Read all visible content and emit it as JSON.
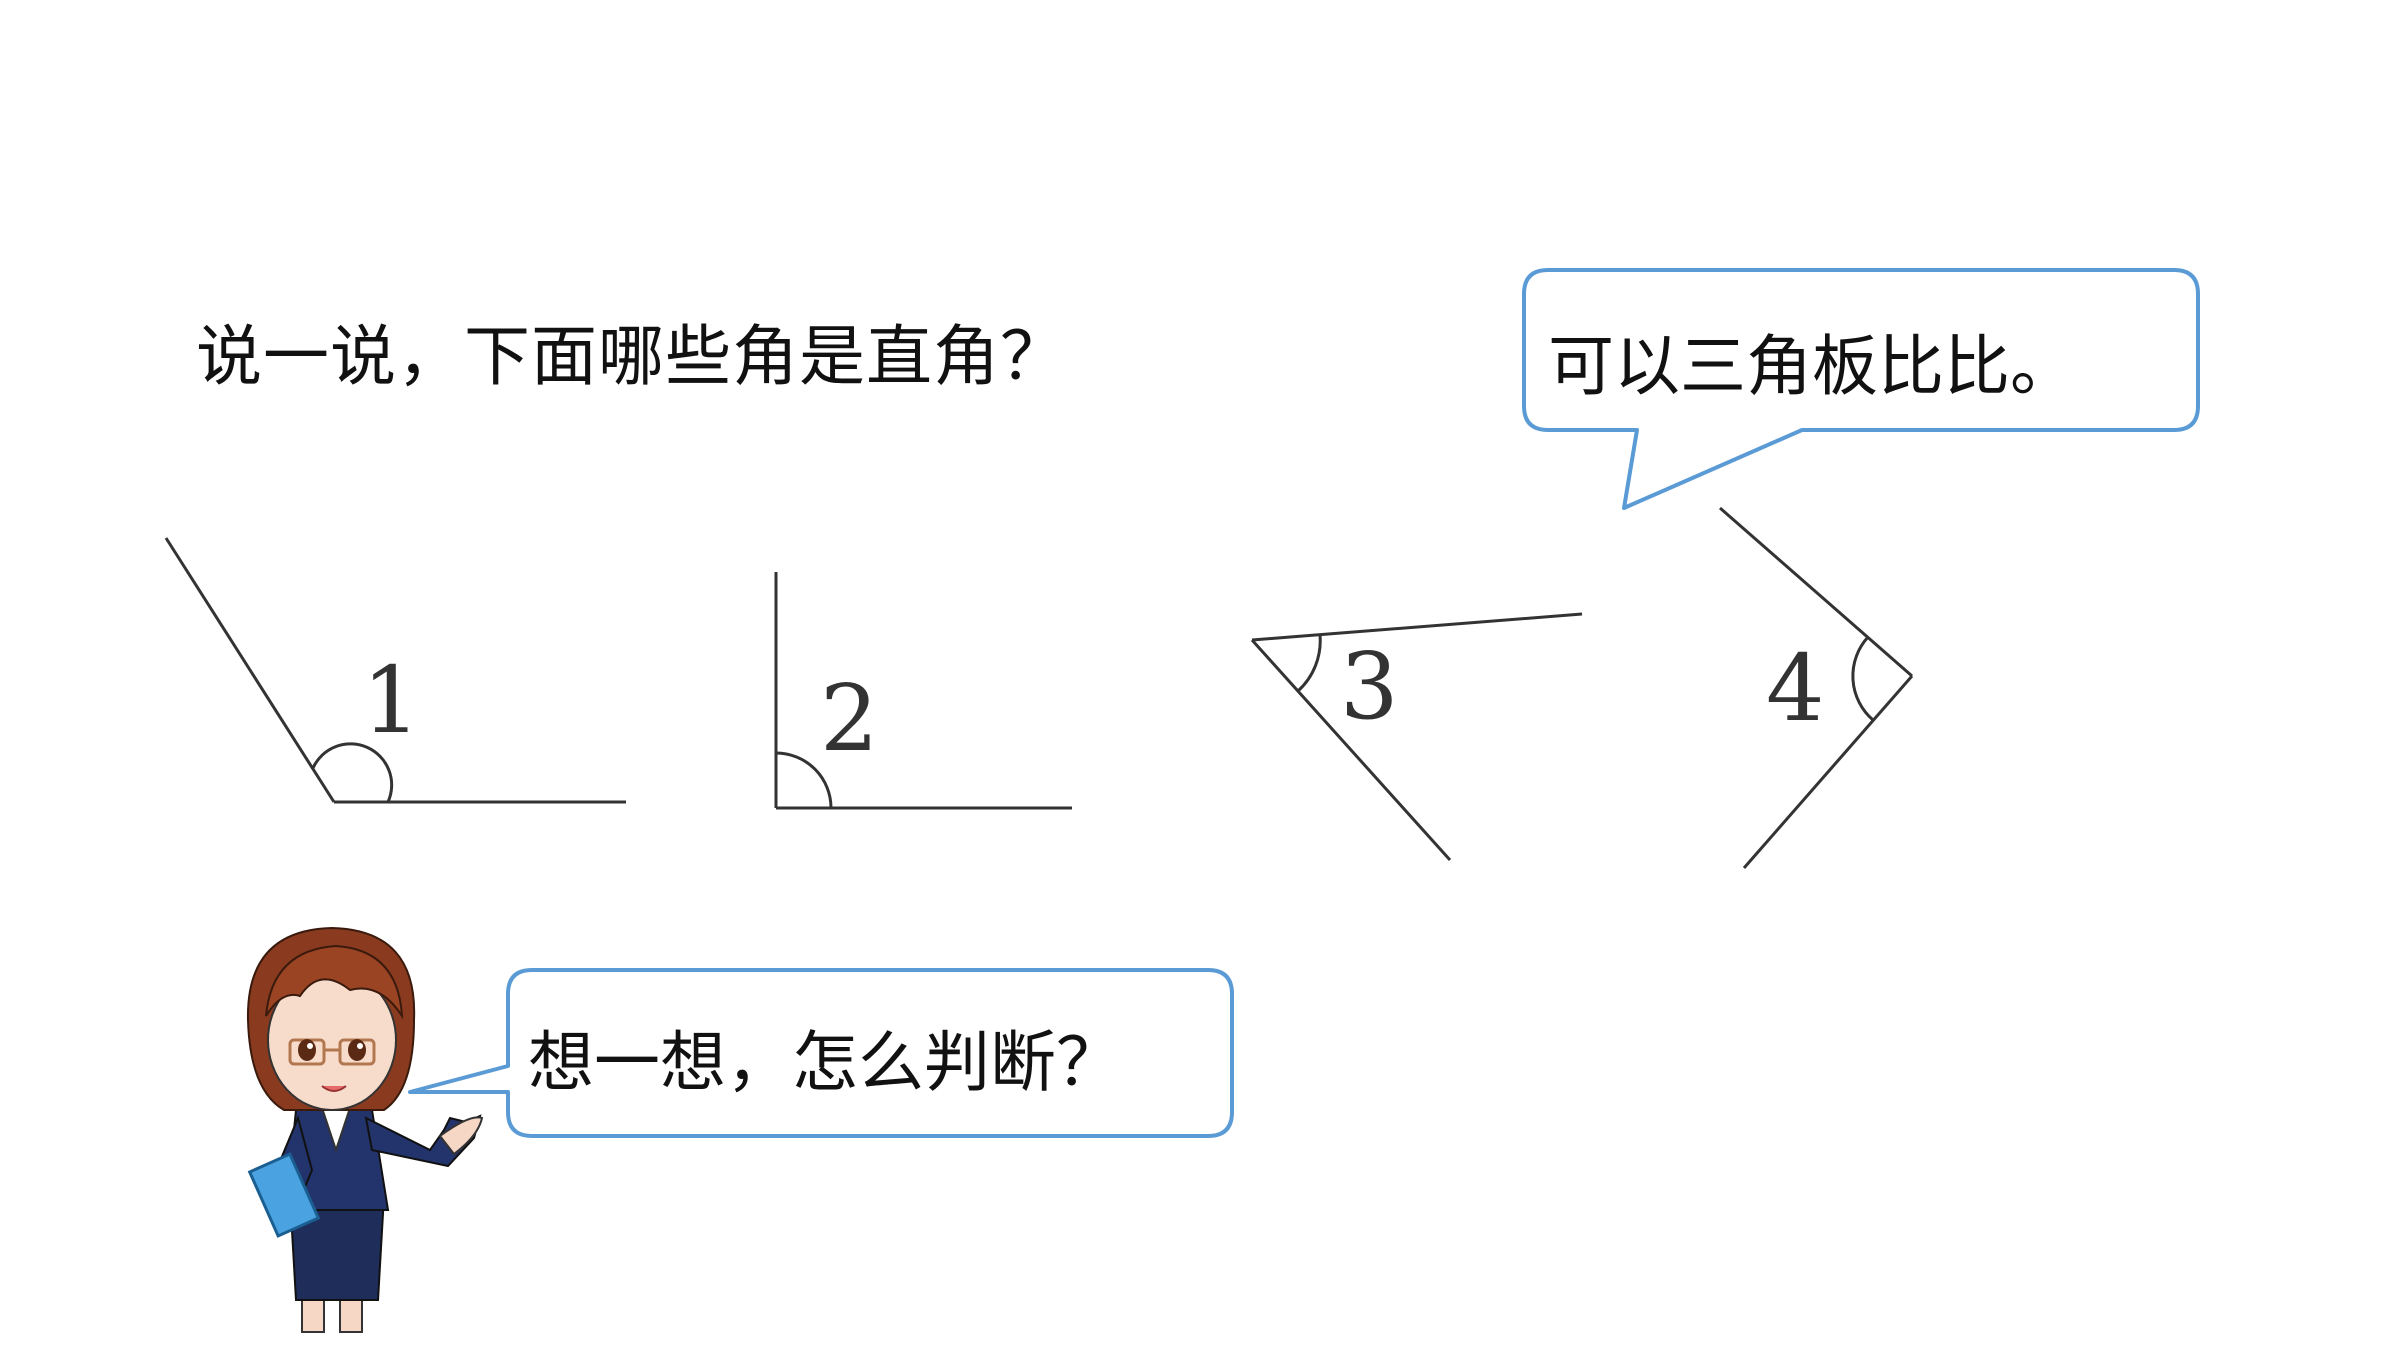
{
  "question": "说一说，下面哪些角是直角？",
  "angles": [
    {
      "label": "1"
    },
    {
      "label": "2"
    },
    {
      "label": "3"
    },
    {
      "label": "4"
    }
  ],
  "speech_bubbles": {
    "hint": "可以三角板比比。",
    "teacher": "想一想，怎么判断？"
  },
  "colors": {
    "bubble_border": "#5b9bd5",
    "line": "#333333",
    "text": "#111111"
  },
  "character": {
    "name": "teacher-character"
  }
}
